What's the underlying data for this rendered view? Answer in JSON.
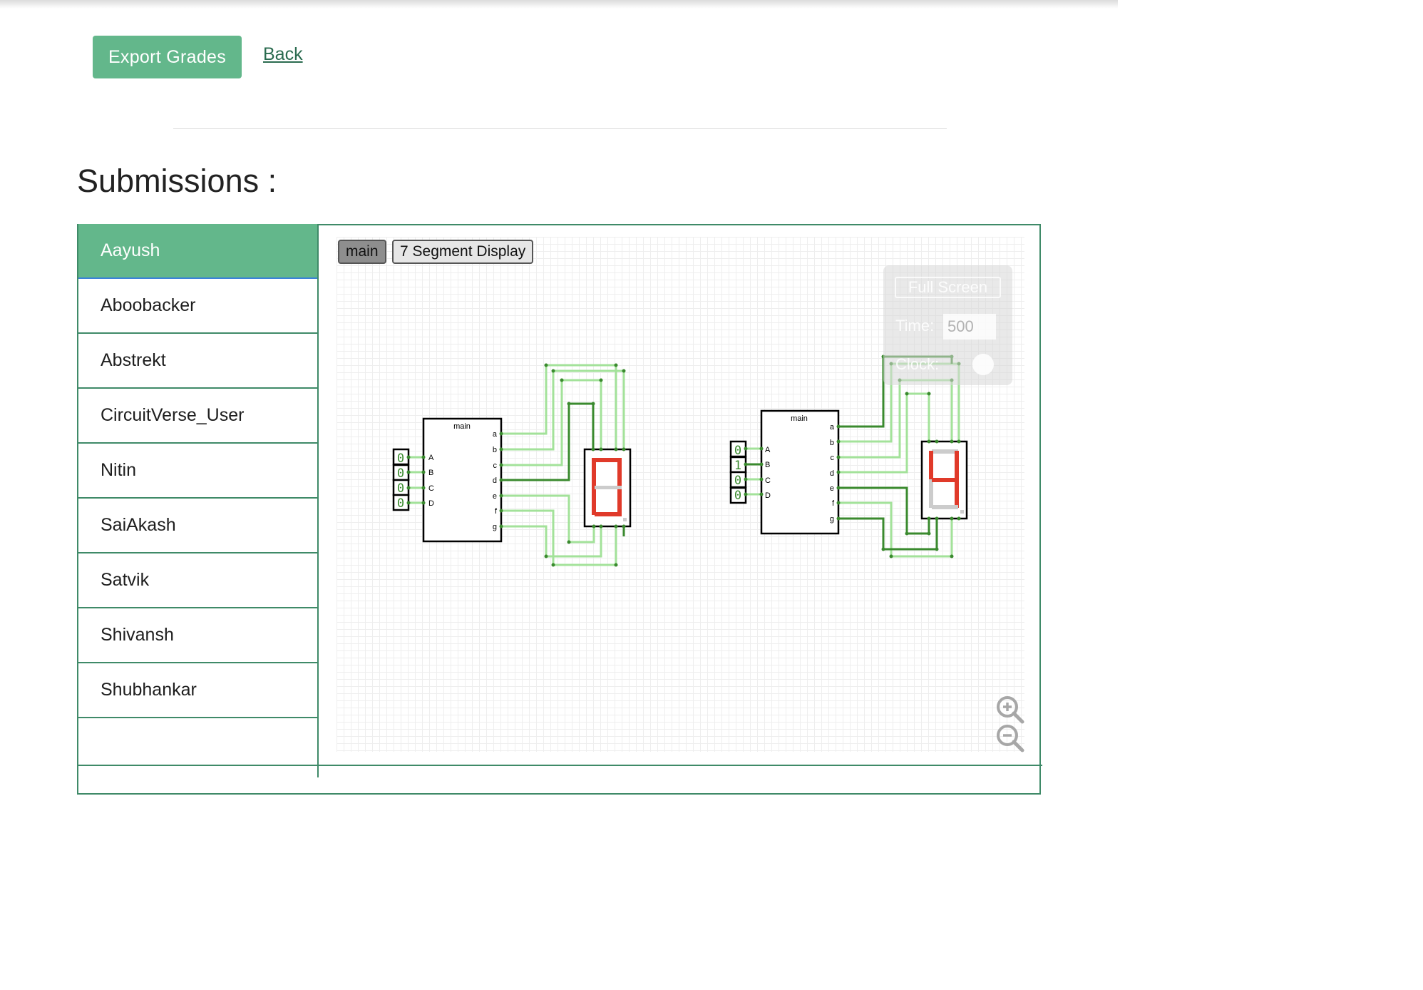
{
  "header": {
    "export_label": "Export Grades",
    "back_label": "Back"
  },
  "page_title": "Submissions :",
  "users": [
    {
      "name": "Aayush",
      "active": true
    },
    {
      "name": "Aboobacker"
    },
    {
      "name": "Abstrekt"
    },
    {
      "name": "CircuitVerse_User"
    },
    {
      "name": "Nitin"
    },
    {
      "name": "SaiAkash"
    },
    {
      "name": "Satvik"
    },
    {
      "name": "Shivansh"
    },
    {
      "name": "Shubhankar"
    }
  ],
  "tabs": [
    {
      "label": "main",
      "active": true
    },
    {
      "label": "7 Segment Display"
    }
  ],
  "simulator": {
    "fullscreen_label": "Full Screen",
    "time_label": "Time:",
    "time_value": "500",
    "clock_label": "Clock:"
  },
  "circuits": [
    {
      "subcircuit_label": "main",
      "inputs": [
        "A",
        "B",
        "C",
        "D"
      ],
      "input_values": [
        "0",
        "0",
        "0",
        "0"
      ],
      "outputs": [
        "a",
        "b",
        "c",
        "d",
        "e",
        "f",
        "g"
      ],
      "display_digit": "0"
    },
    {
      "subcircuit_label": "main",
      "inputs": [
        "A",
        "B",
        "C",
        "D"
      ],
      "input_values": [
        "0",
        "1",
        "0",
        "0"
      ],
      "outputs": [
        "a",
        "b",
        "c",
        "d",
        "e",
        "f",
        "g"
      ],
      "display_digit": "4"
    }
  ],
  "colors": {
    "accent": "#63b78b",
    "border": "#3f8a68",
    "wire_high": "#3a8a2e",
    "wire_low": "#a3e29a",
    "segment_on": "#e03a2a",
    "segment_off": "#cccccc"
  },
  "zoom": {
    "in_icon": "zoom-in-icon",
    "out_icon": "zoom-out-icon"
  }
}
